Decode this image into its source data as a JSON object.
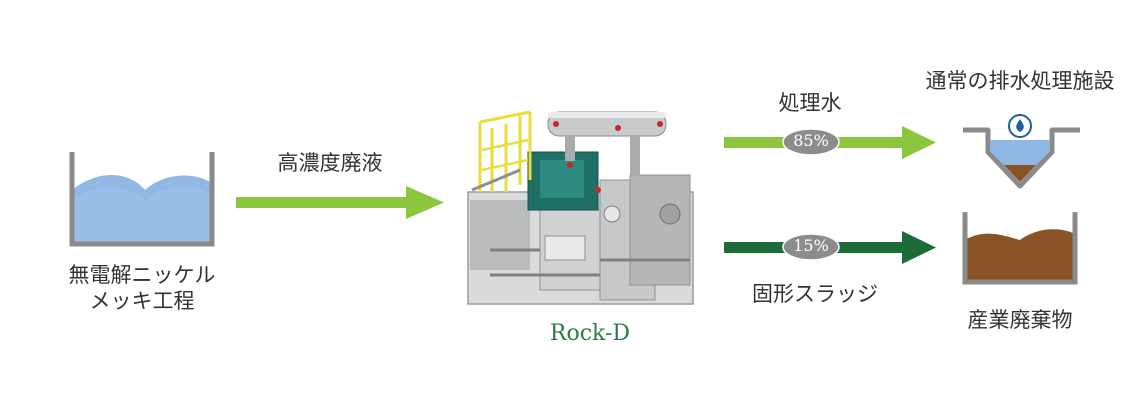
{
  "source": {
    "label_line1": "無電解ニッケル",
    "label_line2": "メッキ工程"
  },
  "input_arrow": {
    "label": "高濃度廃液"
  },
  "machine": {
    "name": "Rock-D",
    "name_color": "#2e7a4a"
  },
  "outputs": [
    {
      "label": "処理水",
      "percent": "85%",
      "arrow_color": "#8cc63f",
      "destination": "通常の排水処理施設"
    },
    {
      "label": "固形スラッジ",
      "percent": "15%",
      "arrow_color": "#1e6b3a",
      "destination": "産業廃棄物"
    }
  ],
  "colors": {
    "light_green": "#8cc63f",
    "dark_green": "#1e6b3a",
    "tank_gray": "#8a8a8a",
    "liquid_blue": "#8fb8e4",
    "sludge_brown": "#8a5326",
    "badge_gray": "#8c8c8c"
  }
}
